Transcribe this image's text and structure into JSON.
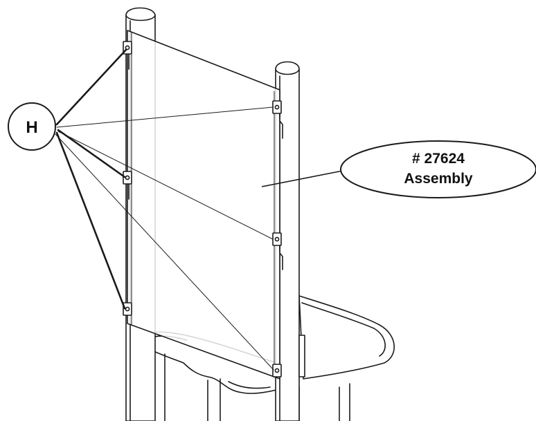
{
  "callout_letter": "H",
  "assembly": {
    "line1": "# 27624",
    "line2": "Assembly"
  },
  "colors": {
    "line": "#1a1a1a",
    "background": "#ffffff"
  }
}
